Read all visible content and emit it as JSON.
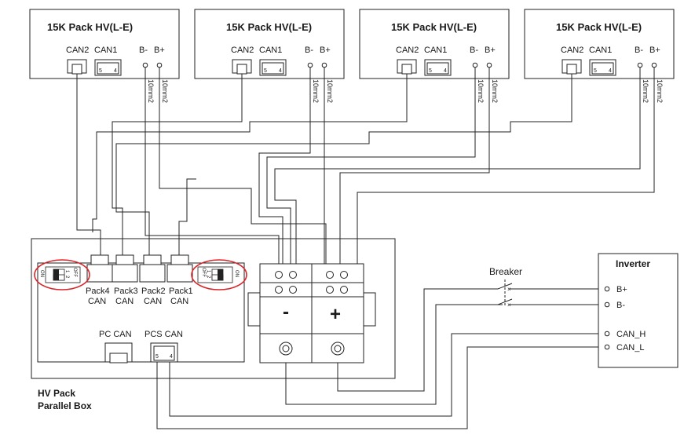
{
  "packs": [
    {
      "title": "15K Pack HV(L-E)",
      "can2": "CAN2",
      "can1": "CAN1",
      "bminus": "B-",
      "bplus": "B+",
      "pin5": "5",
      "pin4": "4",
      "cable_neg": "10mm2",
      "cable_pos": "10mm2"
    },
    {
      "title": "15K Pack HV(L-E)",
      "can2": "CAN2",
      "can1": "CAN1",
      "bminus": "B-",
      "bplus": "B+",
      "pin5": "5",
      "pin4": "4",
      "cable_neg": "10mm2",
      "cable_pos": "10mm2"
    },
    {
      "title": "15K Pack HV(L-E)",
      "can2": "CAN2",
      "can1": "CAN1",
      "bminus": "B-",
      "bplus": "B+",
      "pin5": "5",
      "pin4": "4",
      "cable_neg": "10mm2",
      "cable_pos": "10mm2"
    },
    {
      "title": "15K Pack HV(L-E)",
      "can2": "CAN2",
      "can1": "CAN1",
      "bminus": "B-",
      "bplus": "B+",
      "pin5": "5",
      "pin4": "4",
      "cable_neg": "10mm2",
      "cable_pos": "10mm2"
    }
  ],
  "parallel_box": {
    "name_line1": "HV Pack",
    "name_line2": "Parallel Box",
    "pack_can_ports": [
      {
        "name": "Pack4",
        "sub": "CAN"
      },
      {
        "name": "Pack3",
        "sub": "CAN"
      },
      {
        "name": "Pack2",
        "sub": "CAN"
      },
      {
        "name": "Pack1",
        "sub": "CAN"
      }
    ],
    "pc_can": "PC CAN",
    "pcs_can": "PCS CAN",
    "pcs_pin5": "5",
    "pcs_pin4": "4",
    "minus_bus": "-",
    "plus_bus": "+",
    "dip_left": {
      "on": "ON",
      "off": "OFF",
      "n1": "1",
      "n2": "2"
    },
    "dip_right": {
      "on": "ON",
      "off": "OFF",
      "n1": "1",
      "n2": "2"
    }
  },
  "breaker": {
    "label": "Breaker"
  },
  "inverter": {
    "title": "Inverter",
    "terminals": [
      "B+",
      "B-",
      "CAN_H",
      "CAN_L"
    ]
  },
  "colors": {
    "line": "#222222",
    "highlight": "#d9252a"
  }
}
